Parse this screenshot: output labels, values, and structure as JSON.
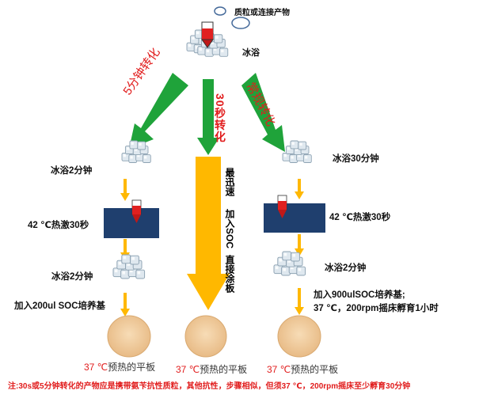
{
  "top": {
    "label_plasmid": "质粒或连接产物",
    "label_ice": "冰浴"
  },
  "branches": {
    "left_label": "5分钟转化",
    "middle_label": "30秒转化",
    "right_label": "常规转化"
  },
  "left": {
    "step1": "冰浴2分钟",
    "step2": "42 ℃热激30秒",
    "step3": "冰浴2分钟",
    "step4": "加入200ul SOC培养基"
  },
  "middle": {
    "col1": "最迅速",
    "col2": "加入SOC",
    "col3": "直接涂板"
  },
  "right": {
    "step1": "冰浴30分钟",
    "step2": "42 ℃热激30秒",
    "step3": "冰浴2分钟",
    "step4_line1": "加入900ulSOC培养基;",
    "step4_line2": "37 ℃，200rpm摇床孵育1小时"
  },
  "plates": {
    "temp": "37 ℃",
    "text": "预热的平板"
  },
  "note": "注:30s或5分钟转化的产物应是携带氨苄抗性质粒，其他抗性，步骤相似，但须37 ℃，200rpm摇床至少孵育30分钟",
  "colors": {
    "green_arrow": "#1fa33a",
    "orange_arrow": "#ffb800",
    "heat_box": "#1f3f6e",
    "red_text": "#e11c1c",
    "ice_blue": "#b9c9d6"
  }
}
